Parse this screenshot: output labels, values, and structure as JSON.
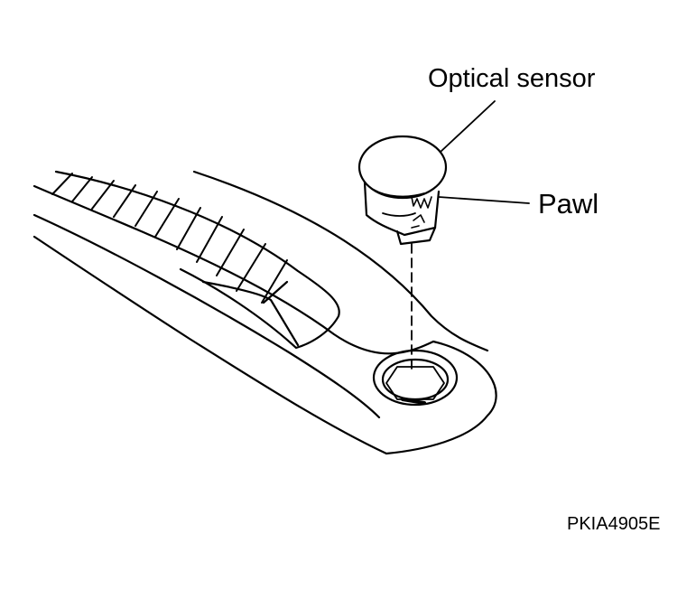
{
  "labels": {
    "optical_sensor": "Optical sensor",
    "pawl": "Pawl",
    "figure_code": "PKIA4905E"
  },
  "colors": {
    "line": "#000000",
    "background": "#ffffff"
  }
}
